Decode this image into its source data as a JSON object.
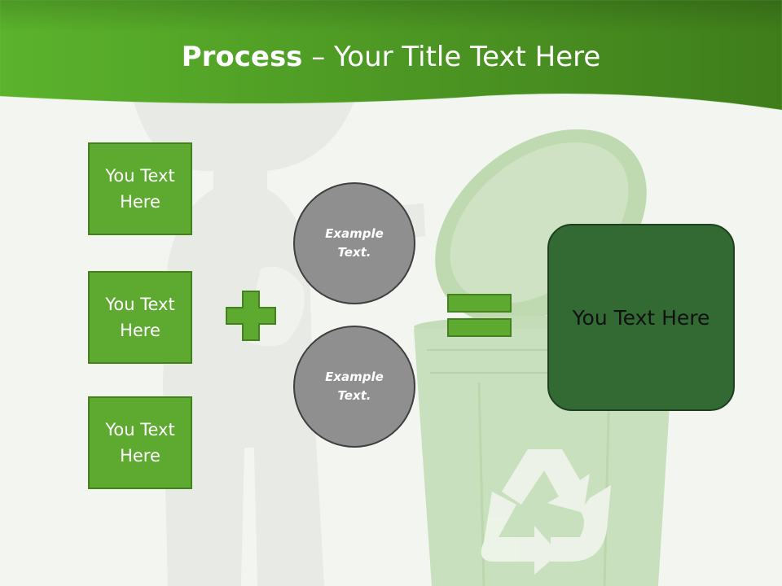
{
  "title": {
    "bold": "Process",
    "rest": " – Your Title Text Here"
  },
  "inputs": [
    {
      "label": "You Text Here"
    },
    {
      "label": "You Text Here"
    },
    {
      "label": "You Text Here"
    }
  ],
  "circles": [
    {
      "label": "Example Text."
    },
    {
      "label": "Example Text."
    }
  ],
  "result": {
    "label": "You Text Here"
  },
  "colors": {
    "header_green": "#5aa832",
    "box_green": "#5eaa31",
    "result_green": "#336a34",
    "circle_gray": "#8f8f8f"
  },
  "icons": [
    "plus-icon",
    "equals-icon",
    "recycle-icon"
  ]
}
